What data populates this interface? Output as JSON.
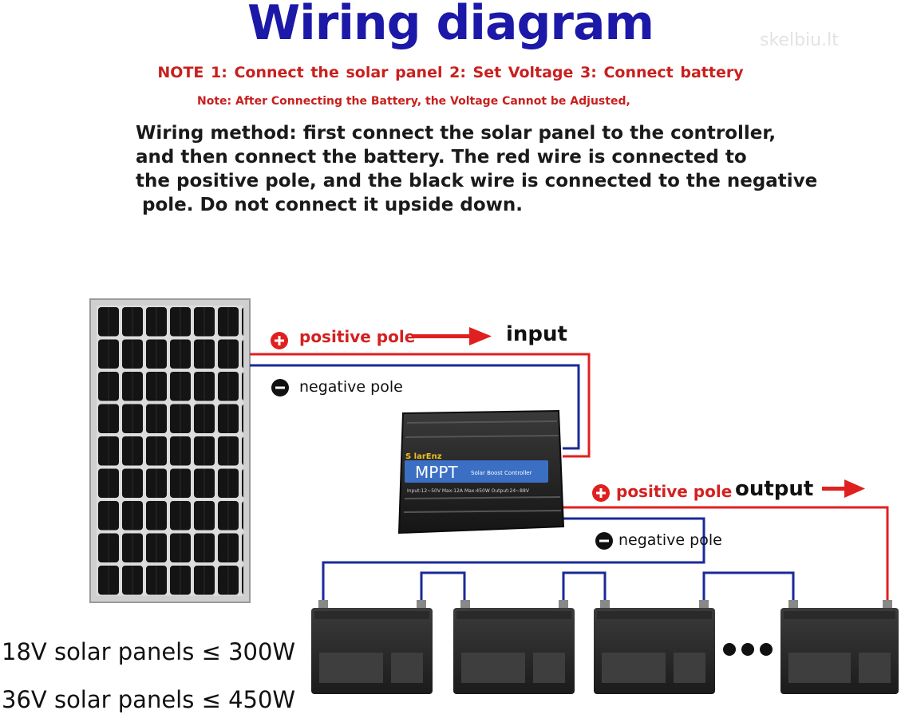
{
  "title": "Wiring diagram",
  "watermark": "skelbiu.lt",
  "notes": {
    "line1": "NOTE  1:  Connect the solar panel  2:  Set Voltage   3:  Connect battery",
    "line2": "Note: After Connecting the Battery, the Voltage Cannot be Adjusted,"
  },
  "wiring_method": [
    "Wiring method: first connect the solar panel to the controller,",
    "and then connect the battery. The red wire is connected to",
    "the positive pole, and the black wire is connected to the negative",
    " pole. Do not connect it upside down."
  ],
  "labels": {
    "input_positive": "positive pole",
    "input_negative": "negative pole",
    "input": "input",
    "output_positive": "positive pole",
    "output_negative": "negative pole",
    "output": "output"
  },
  "controller": {
    "brand": "S  larEnz",
    "model": "MPPT",
    "subtitle": "Solar Boost Controller",
    "specs": "Input:12~50V    Max:12A    Max:450W    Output:24~88V"
  },
  "specs": [
    "18V solar panels ≤ 300W",
    "36V solar panels ≤ 450W"
  ],
  "colors": {
    "title": "#1c18a8",
    "note": "#c8201e",
    "positive_wire": "#e02020",
    "negative_wire": "#1a2a9a"
  }
}
